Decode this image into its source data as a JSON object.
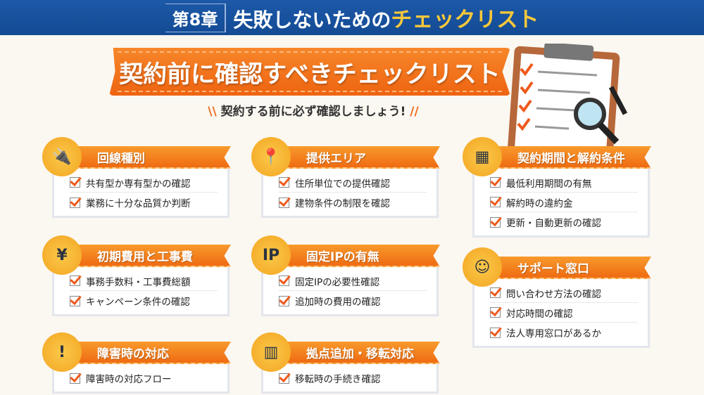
{
  "header": {
    "chapter": "第8章",
    "title": "失敗しないための",
    "title_accent": "チェックリスト"
  },
  "banner": {
    "title": "契約前に確認すべきチェックリスト"
  },
  "subtitle": "契約する前に必ず確認しましょう!",
  "cards": [
    {
      "title": "回線種別",
      "icon": "cable-icon",
      "items": [
        "共有型か専有型かの確認",
        "業務に十分な品質か判断"
      ]
    },
    {
      "title": "提供エリア",
      "icon": "map-pin-icon",
      "items": [
        "住所単位での提供確認",
        "建物条件の制限を確認"
      ]
    },
    {
      "title": "契約期間と解約条件",
      "icon": "calendar-icon",
      "items": [
        "最低利用期間の有無",
        "解約時の違約金",
        "更新・自動更新の確認"
      ]
    },
    {
      "title": "初期費用と工事費",
      "icon": "yen-wrench-icon",
      "items": [
        "事務手数料・工事費総額",
        "キャンペーン条件の確認"
      ]
    },
    {
      "title": "固定IPの有無",
      "icon": "ip-icon",
      "items": [
        "固定IPの必要性確認",
        "追加時の費用の確認"
      ]
    },
    {
      "title": "サポート窓口",
      "icon": "headset-operator-icon",
      "items": [
        "問い合わせ方法の確認",
        "対応時間の確認",
        "法人専用窓口があるか"
      ]
    },
    {
      "title": "障害時の対応",
      "icon": "alert-icon",
      "items": [
        "障害時の対応フロー"
      ]
    },
    {
      "title": "拠点追加・移転対応",
      "icon": "building-icon",
      "items": [
        "移転時の手続き確認"
      ]
    }
  ],
  "colors": {
    "header": "#1d59a8",
    "accent": "#ef6b12",
    "yellow": "#f9c83a"
  }
}
